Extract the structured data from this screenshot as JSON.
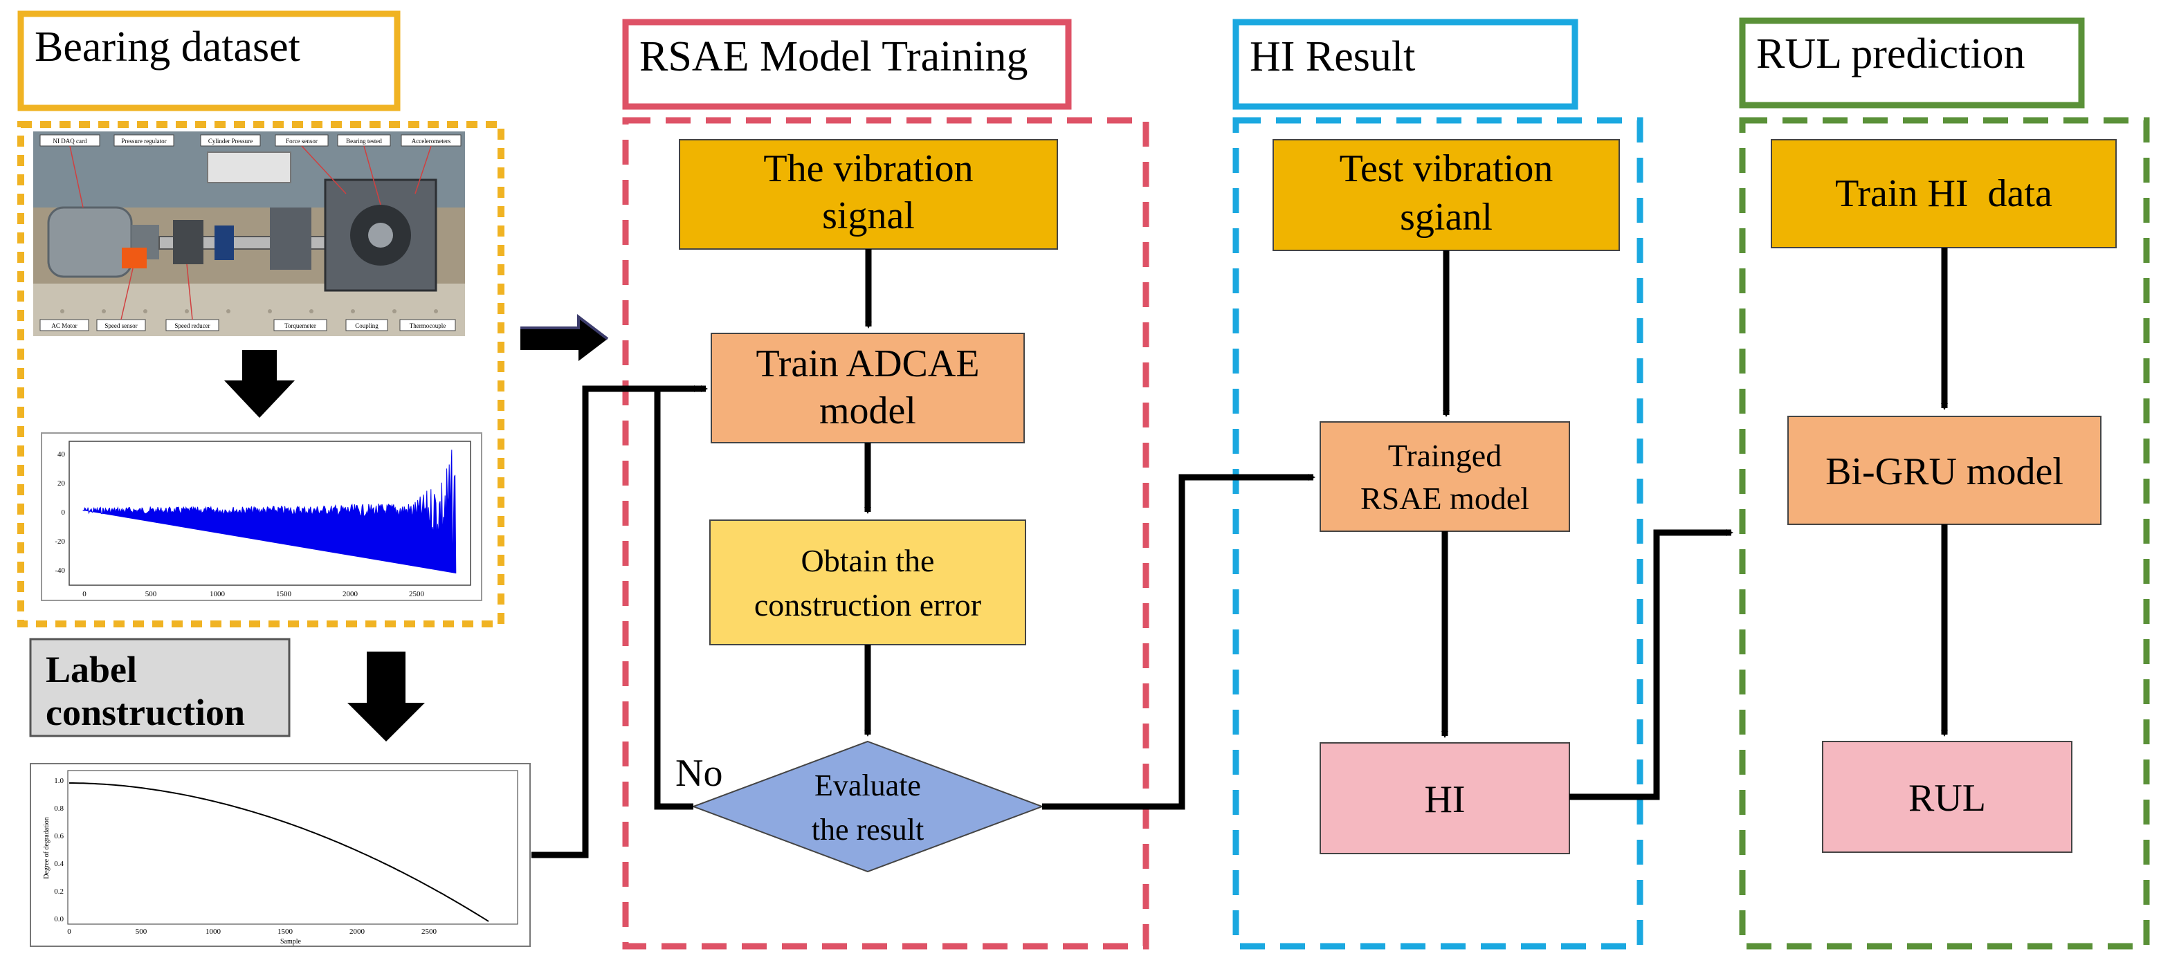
{
  "colors": {
    "yellow_frame": "#f0b323",
    "red_frame": "#de5266",
    "blue_frame": "#1aa8e0",
    "green_frame": "#5a9138",
    "box_gold": "#f0b400",
    "box_peach": "#f5b07a",
    "box_lightyellow": "#fdd968",
    "box_pink": "#f5b8c0",
    "box_diamond": "#8ea9e0",
    "label_gray": "#d9d9d9",
    "arrow": "#000000",
    "signal": "#0000ee"
  },
  "sections": {
    "dataset": {
      "title": "Bearing dataset"
    },
    "training": {
      "title": "RSAE Model Training"
    },
    "hi": {
      "title": "HI Result"
    },
    "rul": {
      "title": "RUL prediction"
    }
  },
  "label_box": {
    "line1": "Label",
    "line2": "construction"
  },
  "photo": {
    "tags_top": [
      "NI DAQ card",
      "Pressure regulator",
      "Cylinder Pressure",
      "Force sensor",
      "Bearing tested",
      "Accelerometers"
    ],
    "tags_bottom": [
      "AC Motor",
      "Speed sensor",
      "Speed reducer",
      "Torquemeter",
      "Coupling",
      "Thermocouple"
    ]
  },
  "signal_plot": {
    "y_ticks": [
      "40",
      "20",
      "0",
      "-20",
      "-40"
    ],
    "x_ticks": [
      "0",
      "500",
      "1000",
      "1500",
      "2000",
      "2500"
    ]
  },
  "label_plot": {
    "y_ticks": [
      "1.0",
      "0.8",
      "0.6",
      "0.4",
      "0.2",
      "0.0"
    ],
    "x_ticks": [
      "0",
      "500",
      "1000",
      "1500",
      "2000",
      "2500"
    ],
    "ylabel": "Degree of degradation",
    "xlabel": "Sample"
  },
  "training_flow": {
    "box1": {
      "line1": "The vibration",
      "line2": "signal"
    },
    "box2": {
      "line1": "Train ADCAE",
      "line2": "model"
    },
    "box3": {
      "line1": "Obtain the",
      "line2": "construction error"
    },
    "diamond": {
      "line1": "Evaluate",
      "line2": "the result"
    },
    "no_label": "No"
  },
  "hi_flow": {
    "box1": {
      "line1": "Test vibration",
      "line2": "sgianl"
    },
    "box2": {
      "line1": "Trainged",
      "line2": "RSAE model"
    },
    "box3": {
      "label": "HI"
    }
  },
  "rul_flow": {
    "box1": {
      "label": "Train HI  data"
    },
    "box2": {
      "label": "Bi-GRU model"
    },
    "box3": {
      "label": "RUL"
    }
  }
}
